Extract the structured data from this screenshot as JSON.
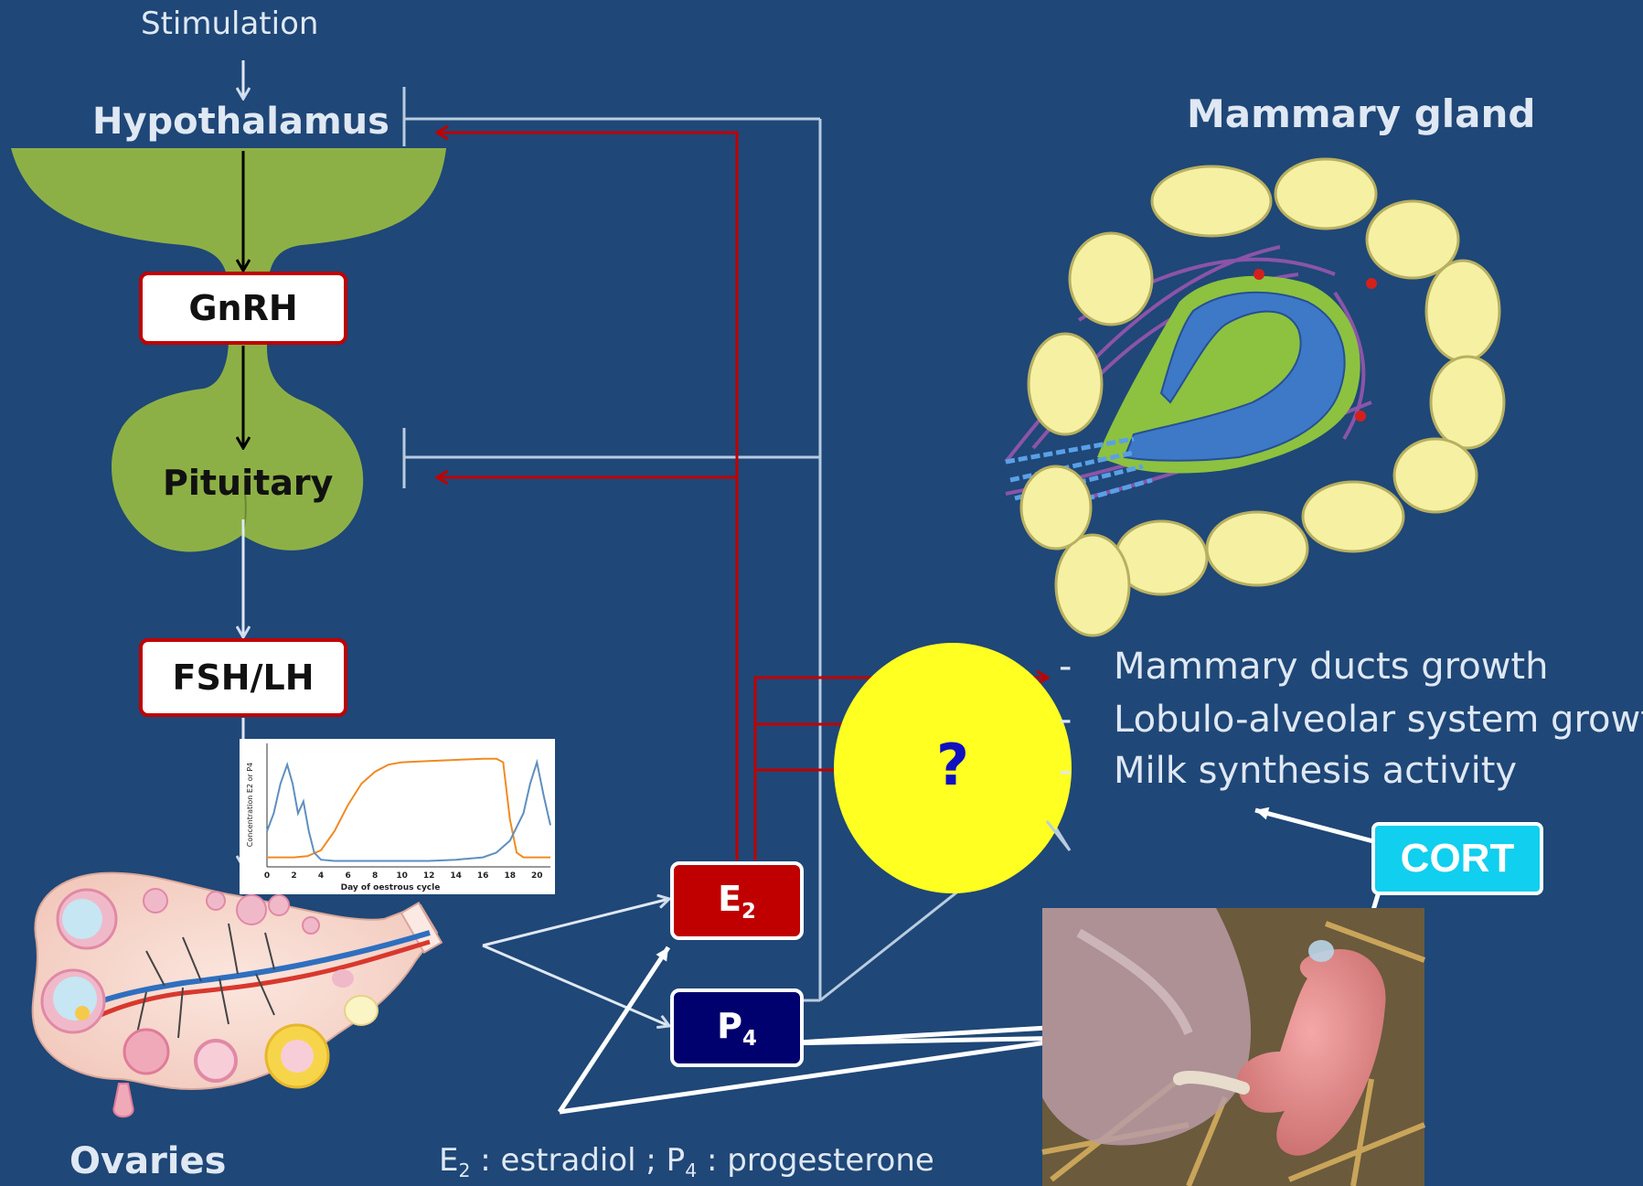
{
  "diagram": {
    "stimulation": "Stimulation",
    "hypothalamus": "Hypothalamus",
    "gnrh": "GnRH",
    "pituitary": "Pituitary",
    "fsh_lh": "FSH/LH",
    "ovaries": "Ovaries",
    "e2": {
      "main": "E",
      "sub": "2"
    },
    "p4": {
      "main": "P",
      "sub": "4"
    },
    "question_mark": "?",
    "mammary_gland": "Mammary gland",
    "effects": [
      {
        "dash": "-",
        "text": "Mammary ducts growth"
      },
      {
        "dash": "-",
        "text": "Lobulo-alveolar system growth"
      },
      {
        "dash": "-",
        "text": "Milk synthesis activity"
      }
    ],
    "cort": "CORT",
    "legend": {
      "e_main": "E",
      "e_sub": "2",
      "e_rest": " : estradiol ; ",
      "p_main": "P",
      "p_sub": "4",
      "p_rest": " : progesterone"
    }
  },
  "inset_chart": {
    "type": "line",
    "xlabel": "Day of oestrous cycle",
    "ylabel": "Concentration E2 or P4",
    "x_ticks": [
      "0",
      "2",
      "4",
      "6",
      "8",
      "10",
      "12",
      "14",
      "16",
      "18",
      "20"
    ],
    "xlim": [
      0,
      21
    ],
    "series": [
      {
        "color": "#f08a24",
        "x": [
          0,
          2,
          3,
          4,
          5,
          6,
          7,
          8,
          9,
          10,
          12,
          14,
          16,
          17,
          17.5,
          18,
          18.5,
          19,
          20,
          21
        ],
        "y": [
          0.08,
          0.08,
          0.09,
          0.14,
          0.3,
          0.52,
          0.7,
          0.8,
          0.86,
          0.88,
          0.89,
          0.9,
          0.91,
          0.91,
          0.88,
          0.4,
          0.12,
          0.08,
          0.08,
          0.08
        ]
      },
      {
        "color": "#5f8fbf",
        "x": [
          0,
          0.5,
          1,
          1.5,
          1.9,
          2.3,
          2.7,
          3.1,
          3.5,
          4,
          5,
          6,
          8,
          10,
          12,
          14,
          16,
          17,
          18,
          19,
          19.5,
          20,
          20.5,
          21
        ],
        "y": [
          0.3,
          0.45,
          0.7,
          0.86,
          0.7,
          0.45,
          0.55,
          0.3,
          0.12,
          0.06,
          0.05,
          0.05,
          0.05,
          0.05,
          0.05,
          0.06,
          0.08,
          0.12,
          0.22,
          0.45,
          0.7,
          0.88,
          0.6,
          0.35
        ]
      }
    ]
  },
  "colors": {
    "background": "#1f4777",
    "red_arrow": "#c00000",
    "light_arrow": "#b8cce0",
    "green_gland": "#8db046",
    "question_circle": "#ffff22",
    "question_text": "#1010c0"
  }
}
